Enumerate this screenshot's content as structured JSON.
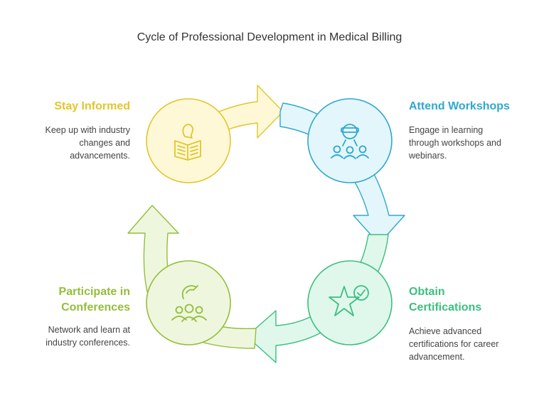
{
  "title": "Cycle of Professional Development in Medical Billing",
  "stages": [
    {
      "title": "Stay Informed",
      "desc": "Keep up with industry changes and advancements.",
      "icon": "reading-book-icon",
      "color": "#e2c52c",
      "fill": "#fff8d6"
    },
    {
      "title": "Attend Workshops",
      "desc": "Engage in learning through workshops and webinars.",
      "icon": "workshop-presenter-icon",
      "color": "#2ea8cf",
      "fill": "#e3f6fc"
    },
    {
      "title": "Obtain Certifications",
      "desc": "Achieve advanced certifications for career advancement.",
      "icon": "star-badge-icon",
      "color": "#3cbf7f",
      "fill": "#e0f8ec"
    },
    {
      "title": "Participate in Conferences",
      "desc": "Network and learn at industry conferences.",
      "icon": "conference-people-icon",
      "color": "#94be3a",
      "fill": "#eef7de"
    }
  ]
}
